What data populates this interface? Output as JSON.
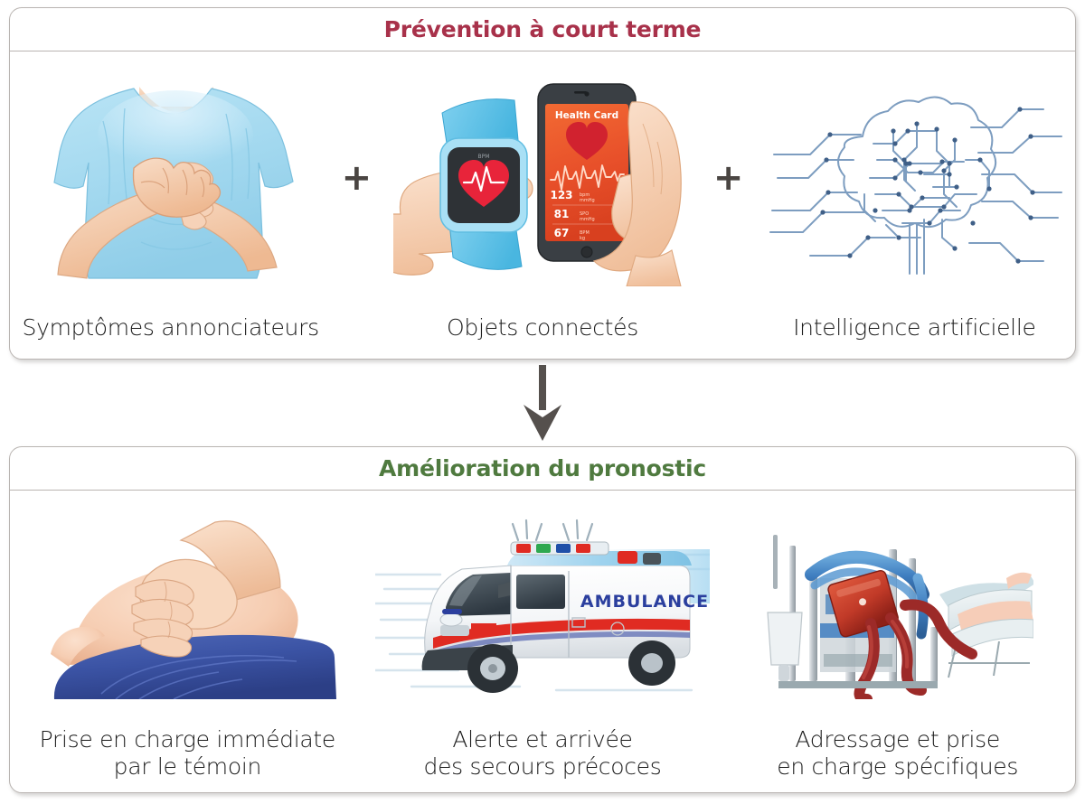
{
  "sections": [
    {
      "id": "prevention",
      "title": "Prévention à court terme",
      "title_color": "#a8314a",
      "items": [
        {
          "caption": "Symptômes annonciateurs",
          "illustration": "chest-pain-person-illustration"
        },
        {
          "caption": "Objets connectés",
          "illustration": "connected-devices-illustration",
          "device_screen": {
            "phone_app_title": "Health Card",
            "readings": [
              {
                "value": "123",
                "unit": "bpm\nmmHg"
              },
              {
                "value": "81",
                "unit": "SPO\nmmHg"
              },
              {
                "value": "67",
                "unit": "BPM\nkg"
              }
            ]
          }
        },
        {
          "caption": "Intelligence artificielle",
          "illustration": "ai-circuit-brain-illustration"
        }
      ],
      "separator": "+"
    },
    {
      "id": "pronostic",
      "title": "Amélioration du pronostic",
      "title_color": "#4f7a3f",
      "items": [
        {
          "caption": "Prise en charge immédiate\npar le témoin",
          "illustration": "cpr-chest-compression-illustration"
        },
        {
          "caption": "Alerte et arrivée\ndes secours précoces",
          "illustration": "ambulance-illustration",
          "vehicle_label": "AMBULANCE"
        },
        {
          "caption": "Adressage et prise\nen charge spécifiques",
          "illustration": "ecmo-machine-patient-illustration"
        }
      ]
    }
  ],
  "flow": {
    "arrow": "down-arrow",
    "arrow_color": "#55504d"
  },
  "colors": {
    "panel_border": "#b9b4b1",
    "shirt_blue": "#a8dcf0",
    "skin": "#f3c9ae",
    "phone_screen_orange": "#e8502a",
    "heart_red": "#e8243a",
    "circuit_blue": "#7d9dc0",
    "ambulance_stripe_red": "#e02b22",
    "ambulance_text_blue": "#2b3f9e",
    "cpr_cloth_blue": "#3b53a4",
    "ecmo_tube_blue": "#3f7ec0",
    "ecmo_blood_red": "#9c2a28",
    "plus_grey": "#4a4542"
  }
}
